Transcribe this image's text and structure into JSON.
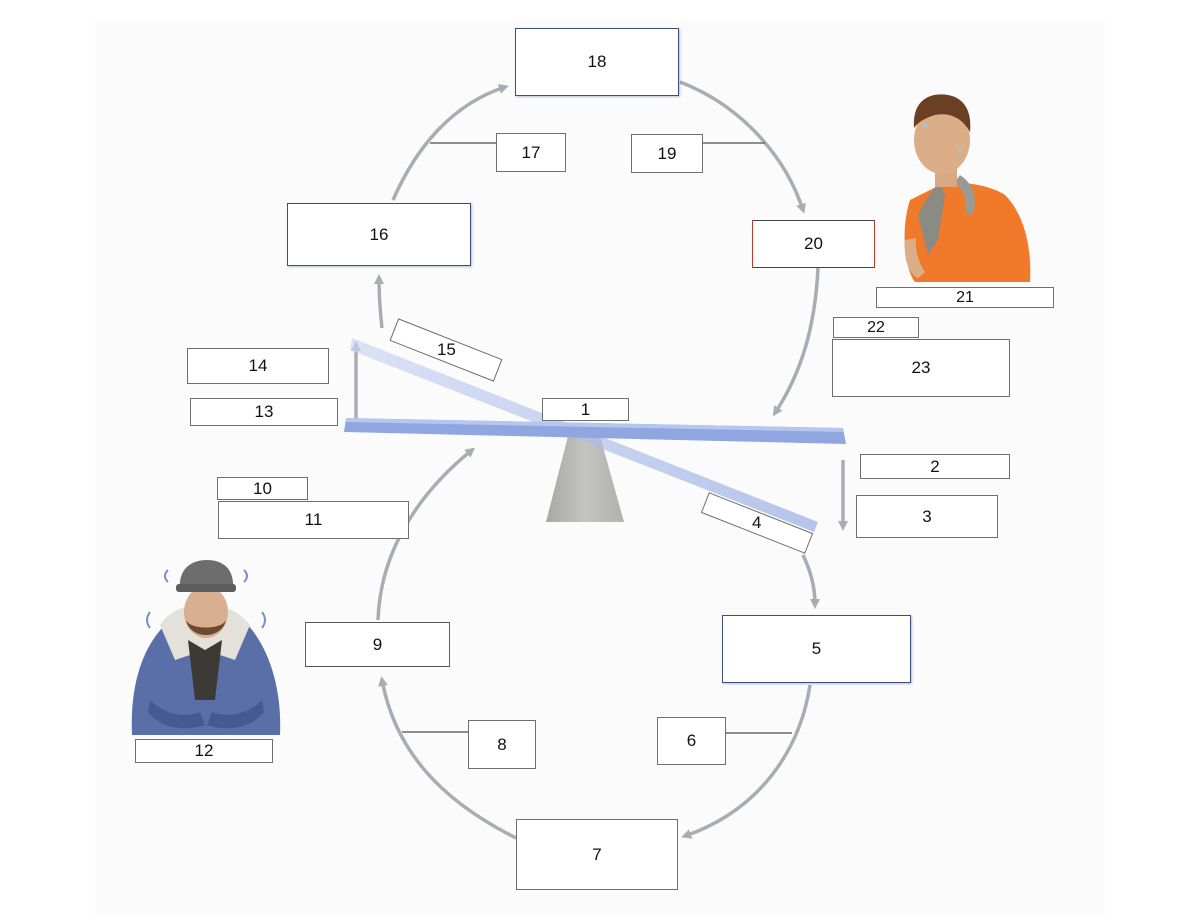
{
  "labels": {
    "l1": "1",
    "l2": "2",
    "l3": "3",
    "l4": "4",
    "l5": "5",
    "l6": "6",
    "l7": "7",
    "l8": "8",
    "l9": "9",
    "l10": "10",
    "l11": "11",
    "l12": "12",
    "l13": "13",
    "l14": "14",
    "l15": "15",
    "l16": "16",
    "l17": "17",
    "l18": "18",
    "l19": "19",
    "l20": "20",
    "l21": "21",
    "l22": "22",
    "l23": "23"
  },
  "colors": {
    "arrow": "#a9acb0",
    "beam": "#8fa6e0",
    "beam_shadow": "#c9d4f1",
    "fulcrum": "#b9b9b6",
    "label_border": "#6e6e6e",
    "hot_shirt": "#f07a2a",
    "cold_jacket": "#5a6fa8"
  },
  "icons": {
    "hot_person": "person-sweating-orange-shirt-icon",
    "cold_person": "person-shivering-winter-coat-icon"
  }
}
